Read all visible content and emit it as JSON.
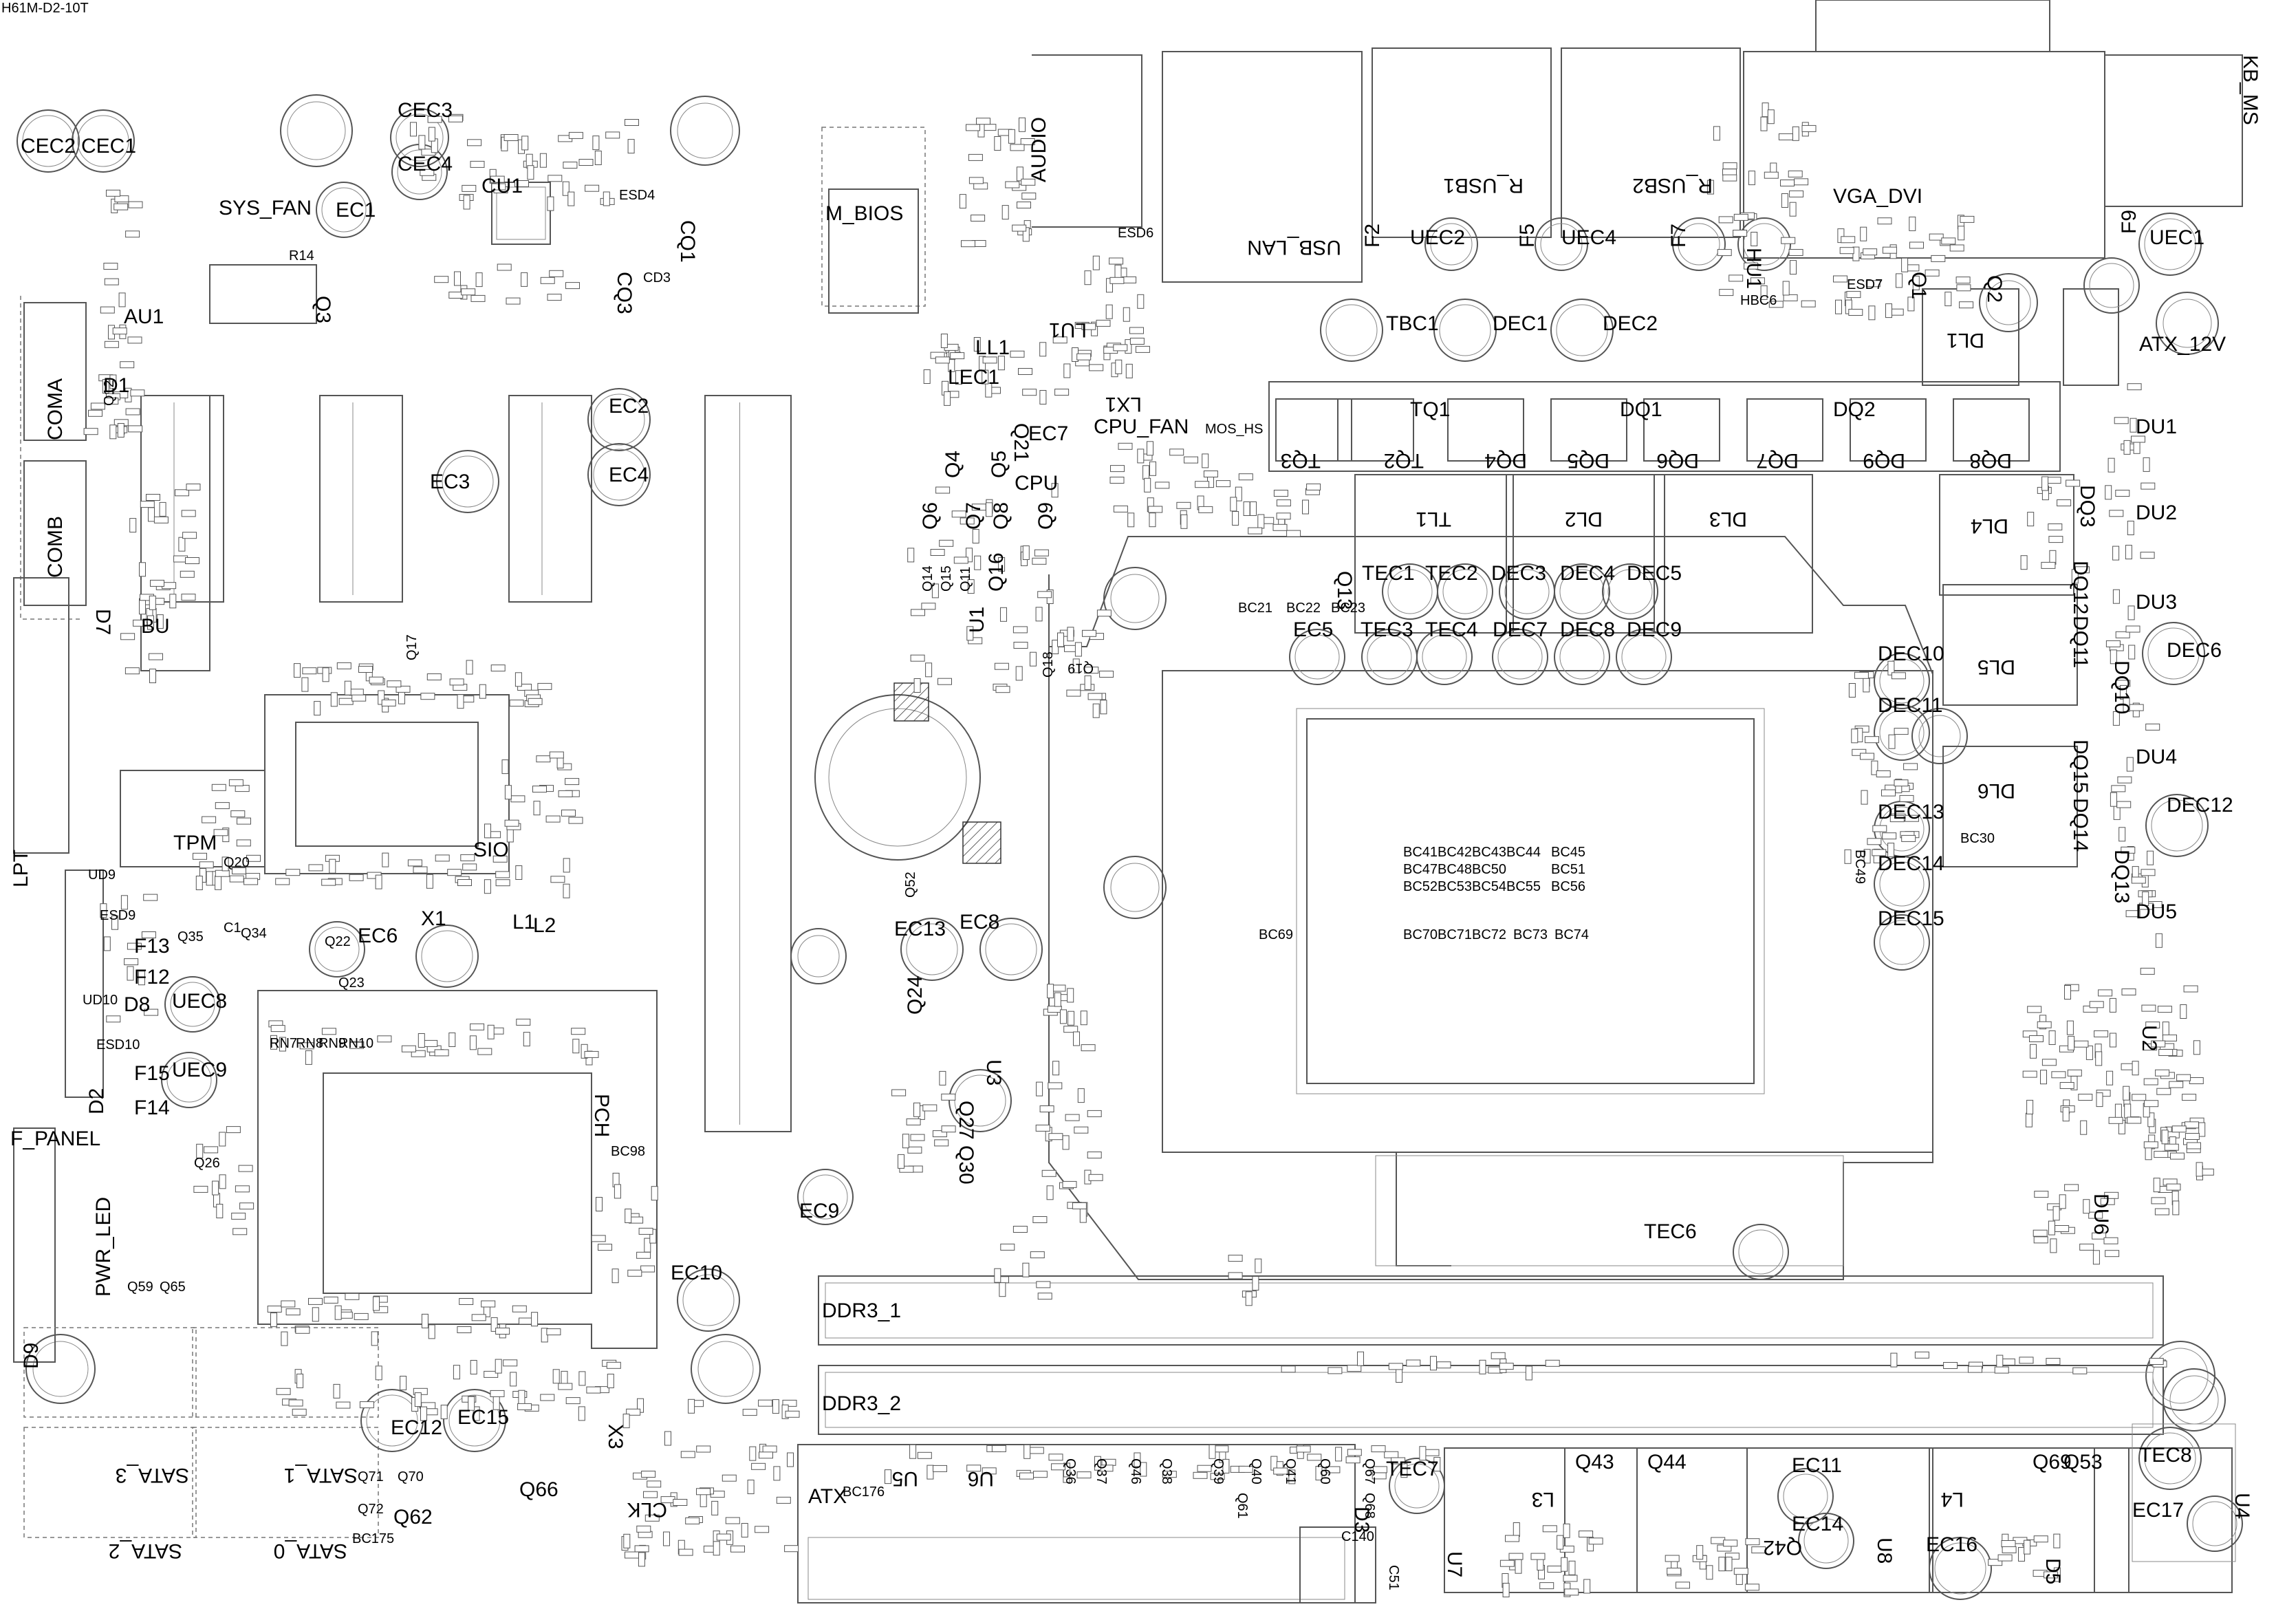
{
  "board_title": "H61M-D2-10T",
  "labels": [
    "CEC2",
    "CEC1",
    "CEC3",
    "CEC4",
    "EC1",
    "CU1",
    "CQ1",
    "CQ3",
    "CD3",
    "ESD4",
    "SYS_FAN",
    "R14",
    "Q3",
    "AU1",
    "COMA",
    "D1",
    "Q12",
    "COMB",
    "D7",
    "BU",
    "EC2",
    "EC3",
    "EC4",
    "Q17",
    "SIO",
    "TPM",
    "Q20",
    "LPT",
    "UD9",
    "ESD9",
    "F13",
    "Q35",
    "C1",
    "Q34",
    "Q22",
    "EC6",
    "X1",
    "L1",
    "L2",
    "Q23",
    "F12",
    "D8",
    "UEC8",
    "UD10",
    "ESD10",
    "RN7",
    "RN8",
    "RN9",
    "RN10",
    "PCH",
    "F15",
    "UEC9",
    "F14",
    "D2",
    "F_PANEL",
    "Q26",
    "BC98",
    "PWR_LED",
    "Q59",
    "Q65",
    "D9",
    "EC10",
    "EC12",
    "EC15",
    "SATA_3",
    "SATA_1",
    "SATA_2",
    "SATA_0",
    "Q71",
    "Q70",
    "Q72",
    "Q62",
    "Q66",
    "X3",
    "CLK",
    "BC175",
    "M_BIOS",
    "AUDIO",
    "ESD6",
    "USB_LAN",
    "LU1",
    "LL1",
    "LEC1",
    "LX1",
    "CPU_FAN",
    "MOS_HS",
    "Q21",
    "EC7",
    "CPU",
    "Q4",
    "Q5",
    "Q6",
    "Q7",
    "Q8",
    "Q9",
    "Q14",
    "Q15",
    "Q11",
    "Q16",
    "U1",
    "Q18",
    "Q19",
    "EC13",
    "EC8",
    "Q52",
    "Q24",
    "U3",
    "Q27",
    "Q30",
    "EC9",
    "DDR3_1",
    "DDR3_2",
    "ATX",
    "BC176",
    "U5",
    "U6",
    "Q36",
    "Q37",
    "Q46",
    "Q38",
    "Q39",
    "Q40",
    "Q41",
    "Q60",
    "Q61",
    "Q67",
    "Q68",
    "C140",
    "D3",
    "C51",
    "TEC7",
    "U7",
    "L3",
    "Q43",
    "Q44",
    "Q42",
    "EC11",
    "EC14",
    "L4",
    "Q69",
    "Q53",
    "U8",
    "EC16",
    "D5",
    "TEC8",
    "EC17",
    "U4",
    "R_USB1",
    "R_USB2",
    "F2",
    "UEC2",
    "F5",
    "UEC4",
    "F7",
    "VGA_DVI",
    "KB_MS",
    "F9",
    "UEC1",
    "HU1",
    "ESD7",
    "Q1",
    "Q2",
    "HBC6",
    "DL1",
    "ATX_12V",
    "TBC1",
    "DEC1",
    "DEC2",
    "TQ1",
    "DQ1",
    "DQ2",
    "TQ3",
    "TQ2",
    "DQ4",
    "DQ5",
    "DQ6",
    "DQ7",
    "DQ9",
    "DQ8",
    "DU1",
    "DU2",
    "DQ3",
    "DL4",
    "DU3",
    "DEC6",
    "DU4",
    "DEC12",
    "DU5",
    "TL1",
    "DL2",
    "DL3",
    "Q13",
    "TEC1",
    "TEC2",
    "DEC3",
    "DEC4",
    "DEC5",
    "EC5",
    "TEC3",
    "TEC4",
    "DEC7",
    "DEC8",
    "DEC9",
    "BC21",
    "BC22",
    "BC23",
    "DEC10",
    "DEC11",
    "DEC13",
    "DEC14",
    "DEC15",
    "DL5",
    "DL6",
    "BC30",
    "DQ12",
    "DQ11",
    "DQ10",
    "DQ15",
    "DQ14",
    "DQ13",
    "U2",
    "DU6",
    "TEC6",
    "BC69",
    "BC49",
    "BC41",
    "BC42",
    "BC43",
    "BC44",
    "BC45",
    "BC47",
    "BC48",
    "BC50",
    "BC51",
    "BC52",
    "BC53",
    "BC54",
    "BC55",
    "BC56",
    "BC70",
    "BC71",
    "BC72",
    "BC73",
    "BC74"
  ],
  "icons": [
    "capacitor-icon",
    "chip-icon",
    "connector-icon",
    "mounting-hole-icon",
    "cpu-socket-icon",
    "inductor-icon"
  ]
}
